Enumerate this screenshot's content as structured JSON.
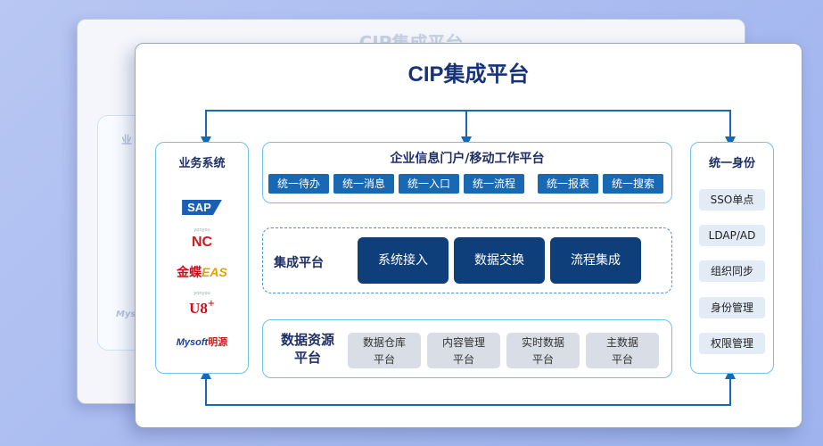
{
  "back_card": {
    "title": "CIP集成平台",
    "left_panel_text": "业",
    "logo_text": "Myso"
  },
  "title": "CIP集成平台",
  "business_systems": {
    "title": "业务系统",
    "logos": [
      {
        "name": "SAP",
        "text": "SAP"
      },
      {
        "name": "NC",
        "caption": "yonyou",
        "text": "NC"
      },
      {
        "name": "金蝶EAS",
        "text_a": "金蝶",
        "text_b": "EAS"
      },
      {
        "name": "U8+",
        "caption": "yonyou",
        "text": "U8",
        "sup": "+"
      },
      {
        "name": "Mysoft明源",
        "text_a": "Mysoft",
        "text_b": "明源"
      }
    ]
  },
  "portal": {
    "title": "企业信息门户/移动工作平台",
    "items": [
      "统一待办",
      "统一消息",
      "统一入口",
      "统一流程",
      "统一报表",
      "统一搜索"
    ]
  },
  "integration": {
    "label": "集成平台",
    "items": [
      "系统接入",
      "数据交换",
      "流程集成"
    ]
  },
  "data_resources": {
    "label_line1": "数据资源",
    "label_line2": "平台",
    "items": [
      {
        "line1": "数据仓库",
        "line2": "平台"
      },
      {
        "line1": "内容管理",
        "line2": "平台"
      },
      {
        "line1": "实时数据",
        "line2": "平台"
      },
      {
        "line1": "主数据",
        "line2": "平台"
      }
    ]
  },
  "identity": {
    "title": "统一身份",
    "items": [
      "SSO单点",
      "LDAP/AD",
      "组织同步",
      "身份管理",
      "权限管理"
    ]
  },
  "colors": {
    "accent_border": "#6dc2ea",
    "portal_button": "#1868b3",
    "integration_button": "#0f3f7a",
    "title": "#16327a"
  }
}
